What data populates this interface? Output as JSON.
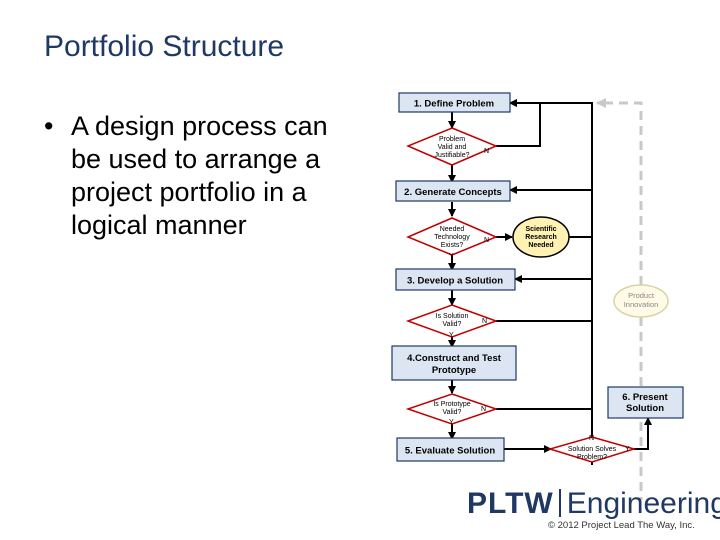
{
  "slide": {
    "title": "Portfolio Structure",
    "bullet": "A design process can be used to arrange a project portfolio in a logical manner"
  },
  "flowchart": {
    "steps": {
      "define_problem": "1. Define Problem",
      "generate_concepts": "2. Generate Concepts",
      "develop_solution": "3. Develop a Solution",
      "construct_test_1": "4.Construct and Test",
      "construct_test_2": "Prototype",
      "evaluate_solution": "5.  Evaluate Solution",
      "present_1": "6.  Present",
      "present_2": "Solution"
    },
    "decisions": {
      "problem_valid": [
        "Problem",
        "Valid and",
        "Justifiable?"
      ],
      "needed_technology": [
        "Needed",
        "Technology",
        "Exists?"
      ],
      "solution_valid": [
        "Is Solution",
        "Valid?"
      ],
      "prototype_valid": [
        "Is Prototype",
        "Valid?"
      ],
      "solution_solves": [
        "Solution Solves",
        "Problem?"
      ]
    },
    "side_nodes": {
      "scientific_research": [
        "Scientific",
        "Research",
        "Needed"
      ],
      "product_innovation": [
        "Product",
        "Innovation"
      ]
    },
    "labels": {
      "yes": "Y",
      "no": "N"
    },
    "colors": {
      "box_fill": "#dce6f2",
      "box_border": "#1f3864",
      "diamond_border": "#c00000",
      "research_fill": "#fff2b3",
      "innovation_fill": "#fffbe6",
      "dashed_line": "#c8c8c8"
    }
  },
  "footer": {
    "logo_bold": "PLTW",
    "logo_light": "Engineering",
    "copyright": "© 2012 Project Lead The Way, Inc."
  }
}
